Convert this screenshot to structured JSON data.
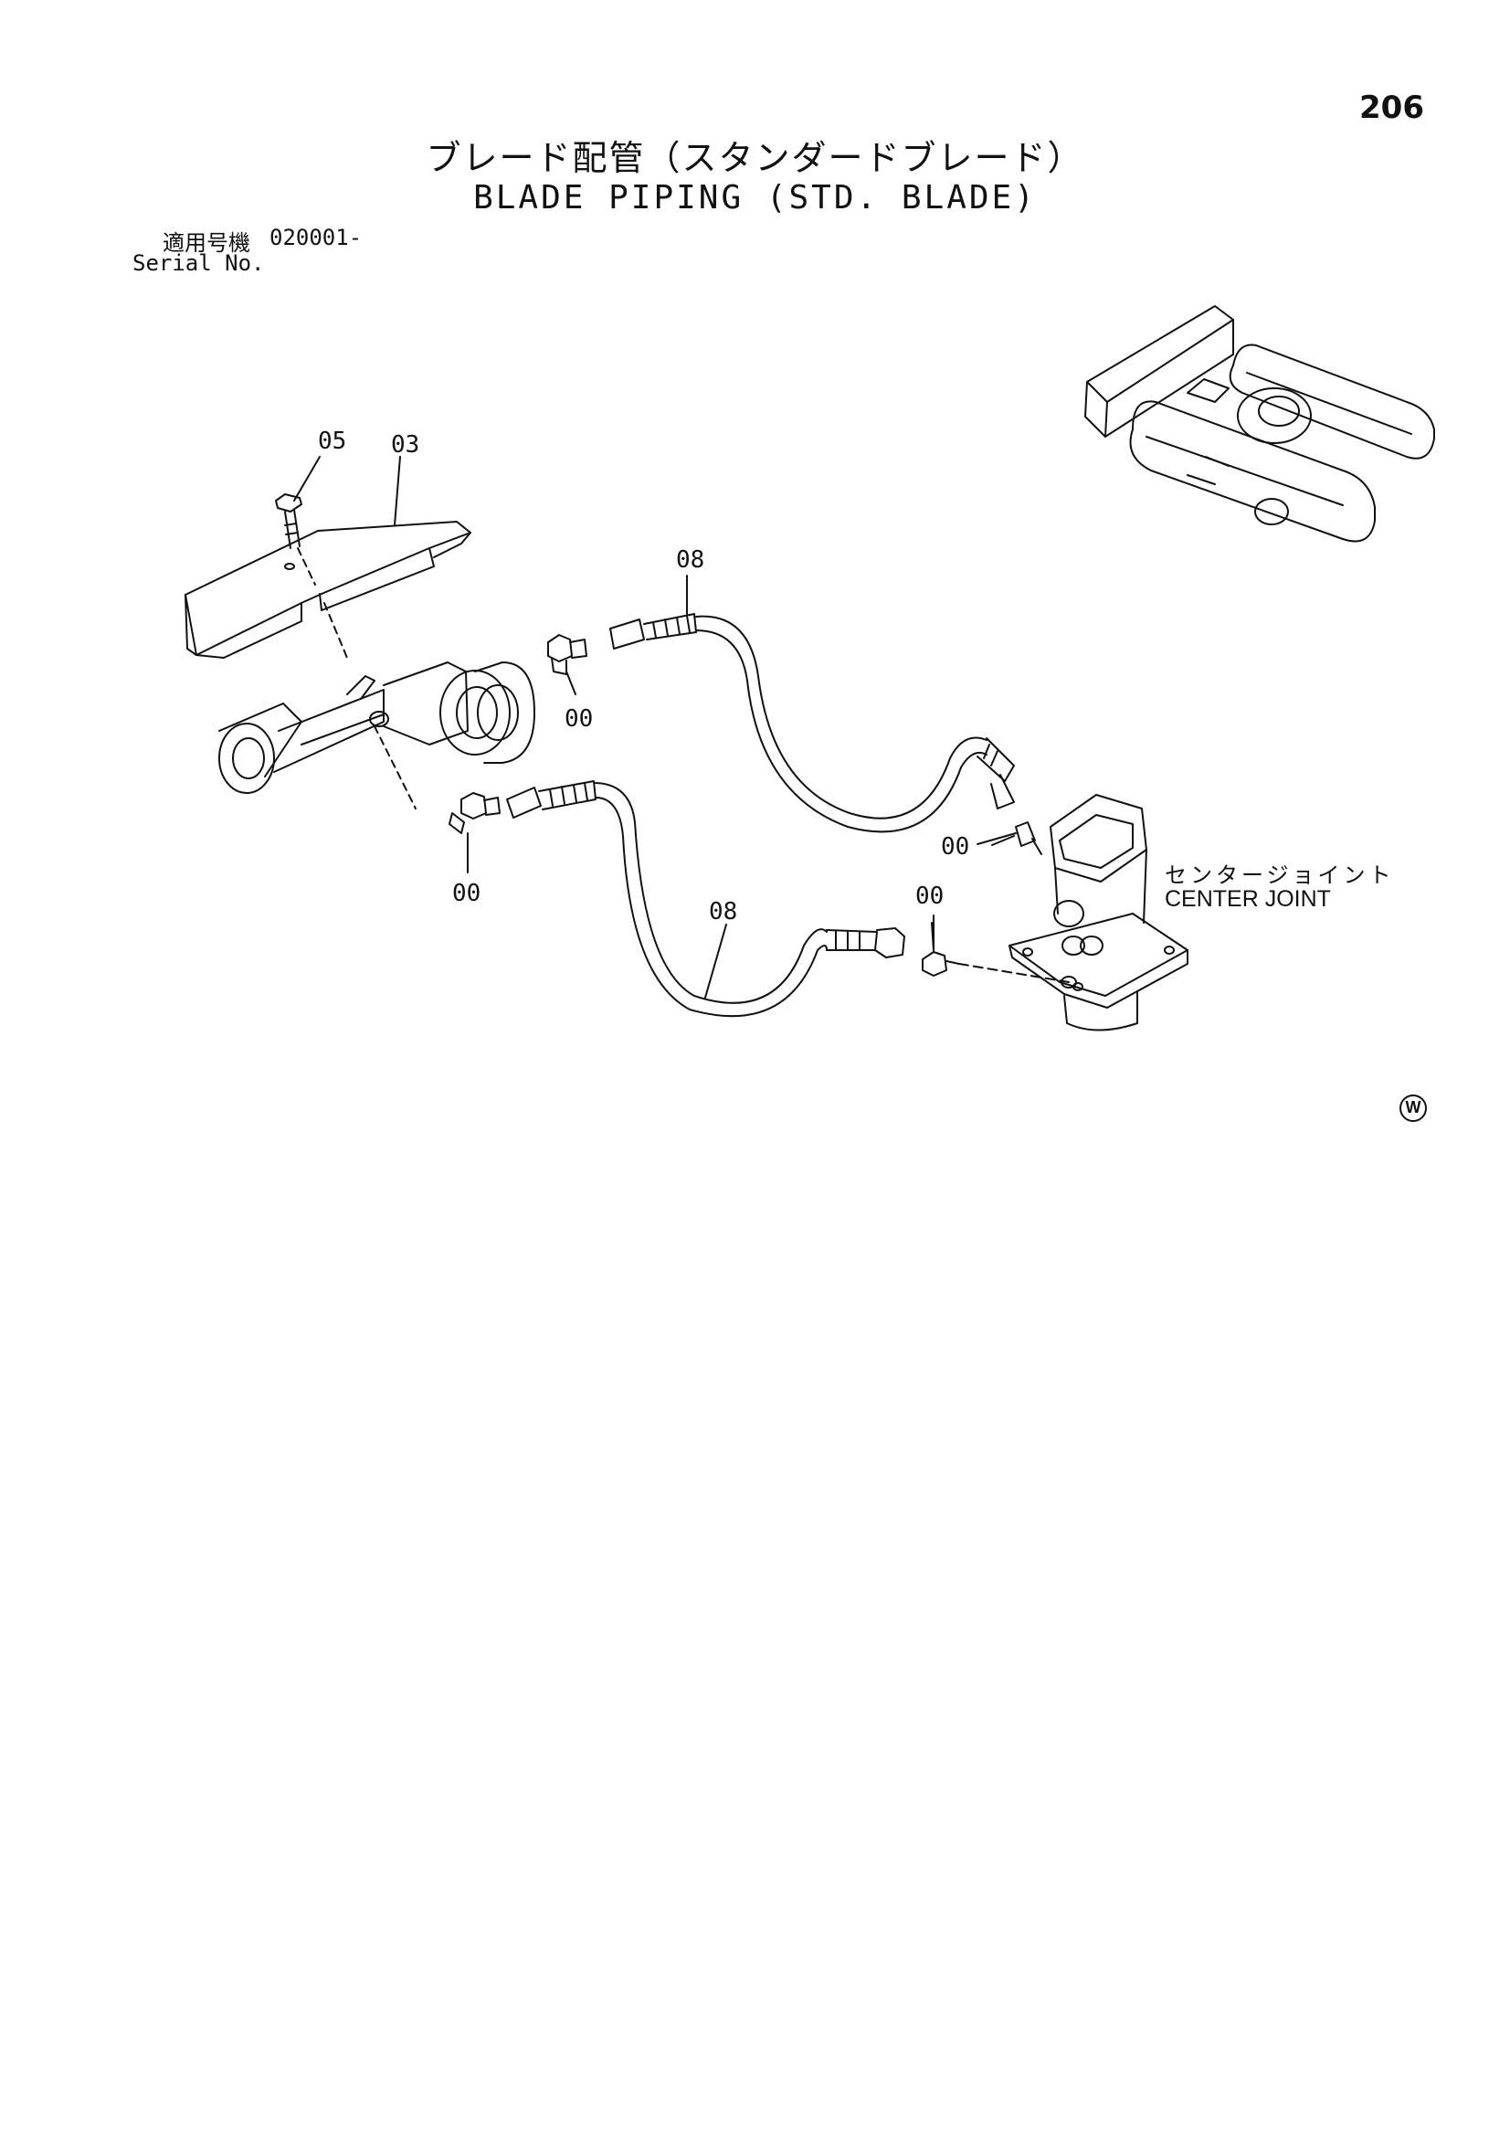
{
  "page_number": "206",
  "title_ja": "ブレード配管（スタンダードブレード）",
  "title_en": "BLADE PIPING (STD. BLADE)",
  "serial": {
    "label_ja": "適用号機",
    "value": "020001-",
    "label_en": "Serial No."
  },
  "callouts": {
    "part_05": "05",
    "part_03": "03",
    "part_08_upper": "08",
    "part_00_upper": "00",
    "part_00_lower": "00",
    "part_08_lower": "08",
    "part_00_right": "00",
    "part_00_right_lower": "00"
  },
  "center_joint": {
    "label_ja": "センタージョイント",
    "label_en": "CENTER JOINT"
  },
  "icons": {
    "mark": "w-circle-icon",
    "mark_text": "W"
  }
}
